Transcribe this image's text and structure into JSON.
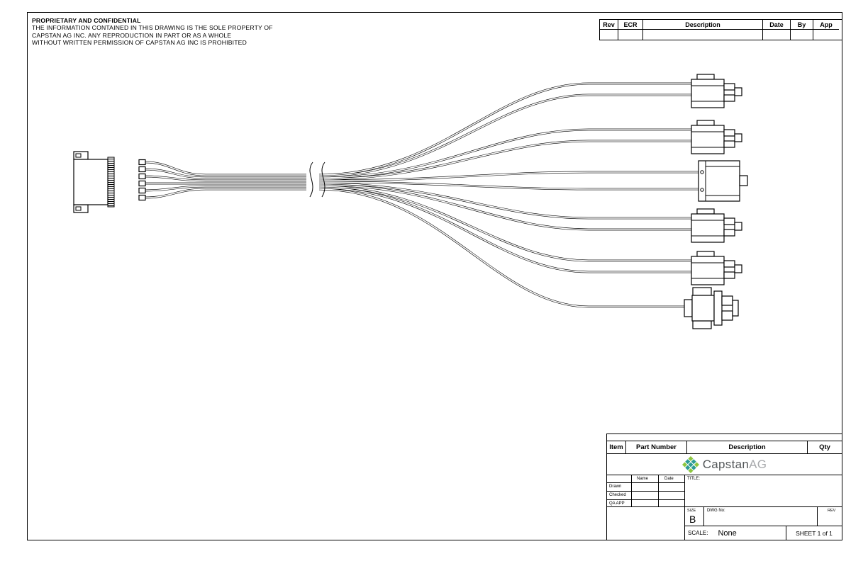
{
  "notice": {
    "title": "PROPRIETARY AND CONFIDENTIAL",
    "lines": [
      "THE INFORMATION CONTAINED IN THIS DRAWING IS THE SOLE PROPERTY OF",
      "CAPSTAN AG INC. ANY REPRODUCTION IN PART OR AS A WHOLE",
      "WITHOUT WRITTEN PERMISSION OF CAPSTAN AG INC IS PROHIBITED"
    ]
  },
  "revision_table": {
    "headers": [
      "Rev",
      "ECR",
      "Description",
      "Date",
      "By",
      "App"
    ]
  },
  "bom_table": {
    "headers": [
      "Item",
      "Part Number",
      "Description",
      "Qty"
    ]
  },
  "title_block": {
    "logo": {
      "brand": "Capstan",
      "suffix": "AG",
      "teal": "#2D9C93",
      "green": "#8DC63F"
    },
    "approvals": {
      "name_header": "Name",
      "date_header": "Date",
      "rows": [
        "Drawn",
        "Checked",
        "QA APP"
      ]
    },
    "title_label": "TITLE:",
    "size_label": "SIZE",
    "size_value": "B",
    "dwg_label": "DWG No:",
    "rev_label": "REV",
    "scale_label": "SCALE:",
    "scale_value": "None",
    "sheet_text": "SHEET 1 of 1"
  }
}
